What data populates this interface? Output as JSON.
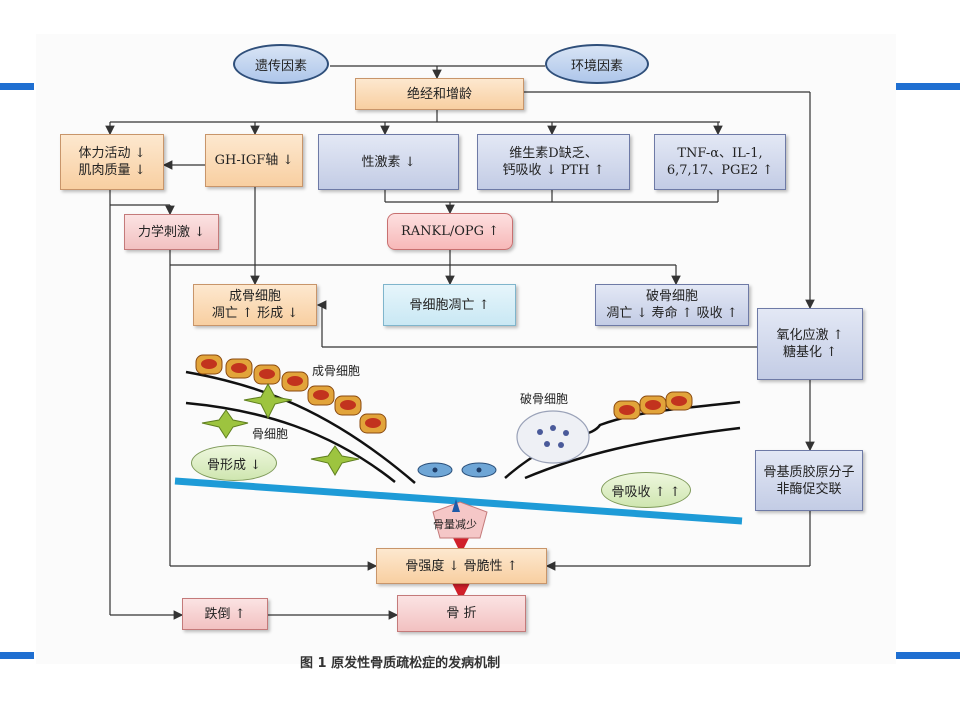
{
  "caption": "图 1   原发性骨质疏松症的发病机制",
  "nodes": {
    "genetic": "遗传因素",
    "environment": "环境因素",
    "menopause_aging": "绝经和增龄",
    "physical_activity": "体力活动 ↓\n肌肉质量 ↓",
    "gh_igf": "GH-IGF轴 ↓",
    "sex_hormone": "性激素 ↓",
    "vitamin_d": "维生素D缺乏、\n钙吸收 ↓ PTH ↑",
    "cytokines": "TNF-α、IL-1,\n6,7,17、PGE2 ↑",
    "mechanical": "力学刺激 ↓",
    "rankl": "RANKL/OPG ↑",
    "osteoblast_box": "成骨细胞\n凋亡 ↑ 形成 ↓",
    "osteocyte_apoptosis": "骨细胞凋亡 ↑",
    "osteoclast_box": "破骨细胞\n凋亡 ↓ 寿命 ↑ 吸收 ↑",
    "oxidative": "氧化应激 ↑\n糖基化 ↑",
    "collagen": "骨基质胶原分子\n非酶促交联",
    "bone_strength": "骨强度 ↓ 骨脆性 ↑",
    "falls": "跌倒 ↑",
    "fracture": "骨  折"
  },
  "illustration": {
    "osteoblast_label": "成骨细胞",
    "osteocyte_label": "骨细胞",
    "osteoclast_label": "破骨细胞",
    "bone_formation": "骨形成 ↓",
    "bone_resorption": "骨吸收 ↑ ↑",
    "bone_loss": "骨量减少"
  },
  "colors": {
    "slide_accent": "#1f6fd1",
    "line": "#333333",
    "bone_surface": "#1e9bd7",
    "arrow_red": "#d0202a"
  }
}
